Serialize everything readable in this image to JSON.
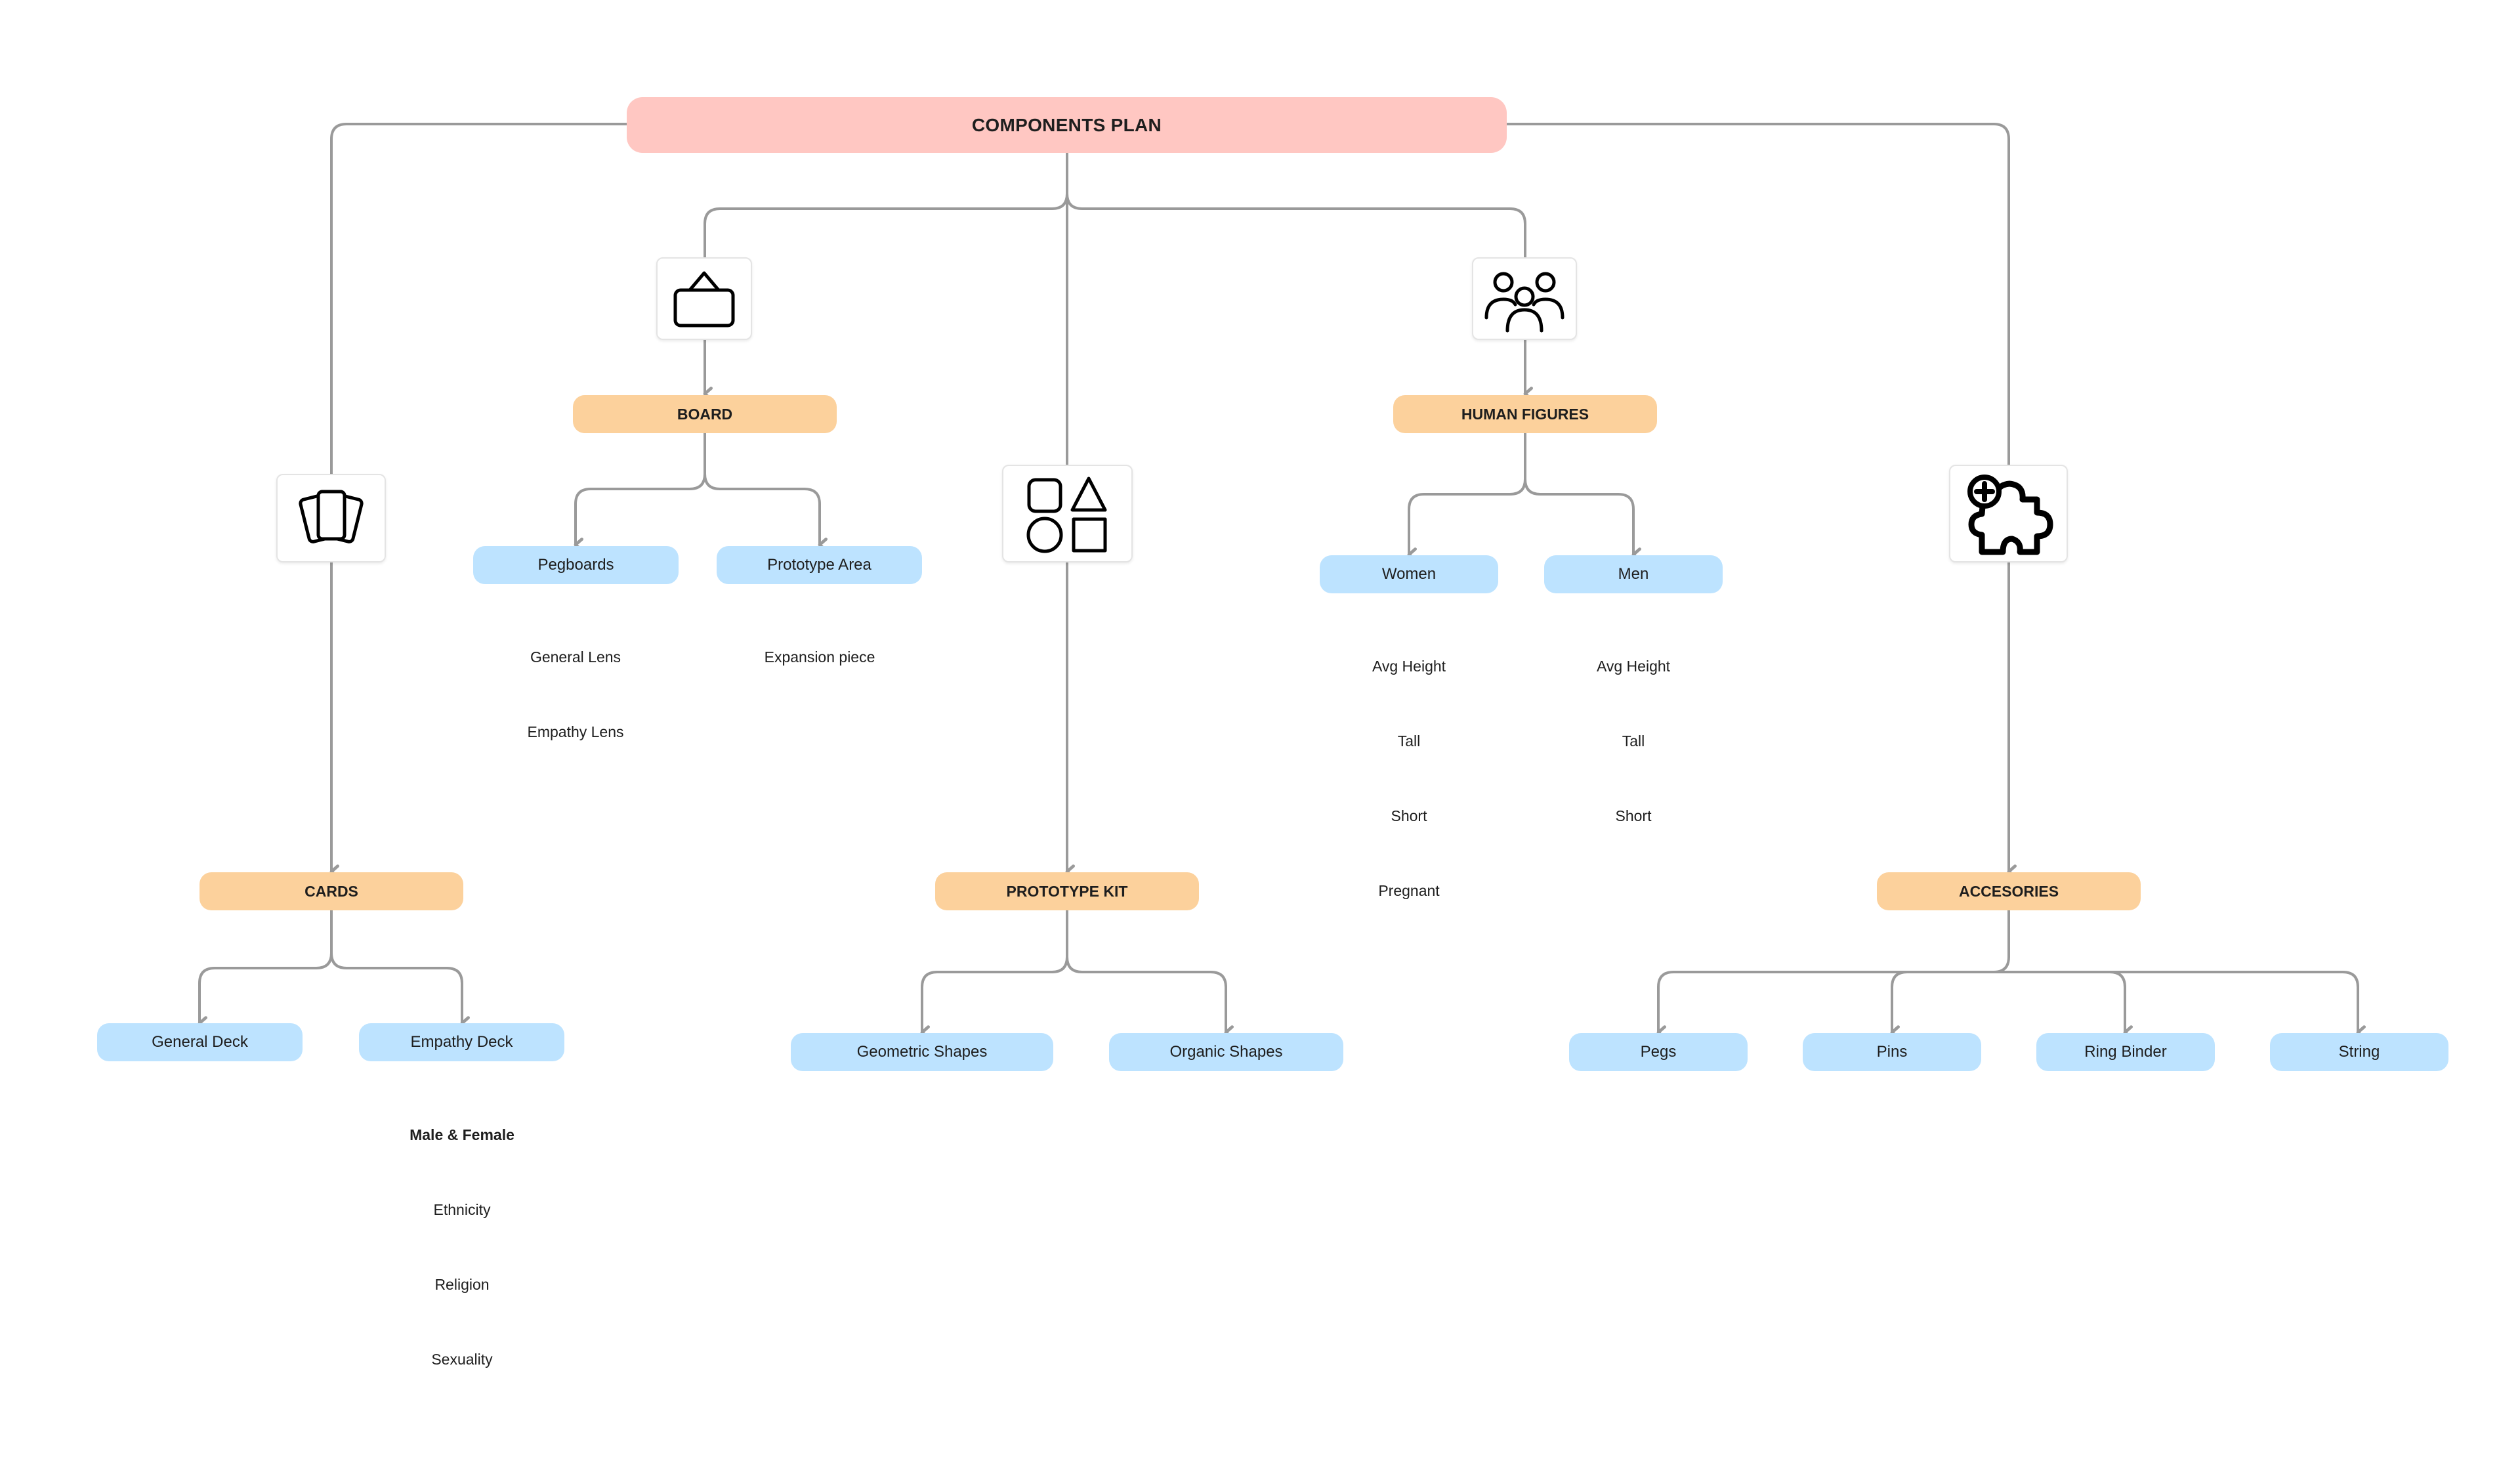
{
  "root": {
    "label": "COMPONENTS PLAN"
  },
  "cards": {
    "icon": "cards-icon",
    "label": "CARDS",
    "children": [
      {
        "label": "General Deck",
        "items": []
      },
      {
        "label": "Empathy Deck",
        "items": [
          "Male & Female",
          "Ethnicity",
          "Religion",
          "Sexuality"
        ]
      }
    ]
  },
  "board": {
    "icon": "board-icon",
    "label": "BOARD",
    "children": [
      {
        "label": "Pegboards",
        "items": [
          "General Lens",
          "Empathy Lens"
        ]
      },
      {
        "label": "Prototype Area",
        "items": [
          "Expansion piece"
        ]
      }
    ]
  },
  "prototype_kit": {
    "icon": "shapes-icon",
    "label": "PROTOTYPE KIT",
    "children": [
      {
        "label": "Geometric Shapes"
      },
      {
        "label": "Organic Shapes"
      }
    ]
  },
  "human_figures": {
    "icon": "people-icon",
    "label": "HUMAN FIGURES",
    "children": [
      {
        "label": "Women",
        "items": [
          "Avg Height",
          "Tall",
          "Short",
          "Pregnant"
        ]
      },
      {
        "label": "Men",
        "items": [
          "Avg Height",
          "Tall",
          "Short"
        ]
      }
    ]
  },
  "accessories": {
    "icon": "puzzle-plus-icon",
    "label": "ACCESORIES",
    "children": [
      {
        "label": "Pegs"
      },
      {
        "label": "Pins"
      },
      {
        "label": "Ring Binder"
      },
      {
        "label": "String"
      }
    ]
  },
  "colors": {
    "root_fill": "#ffc7c2",
    "category_fill": "#fcd19c",
    "subcategory_fill": "#bde3ff",
    "connector": "#9a9a9a"
  }
}
